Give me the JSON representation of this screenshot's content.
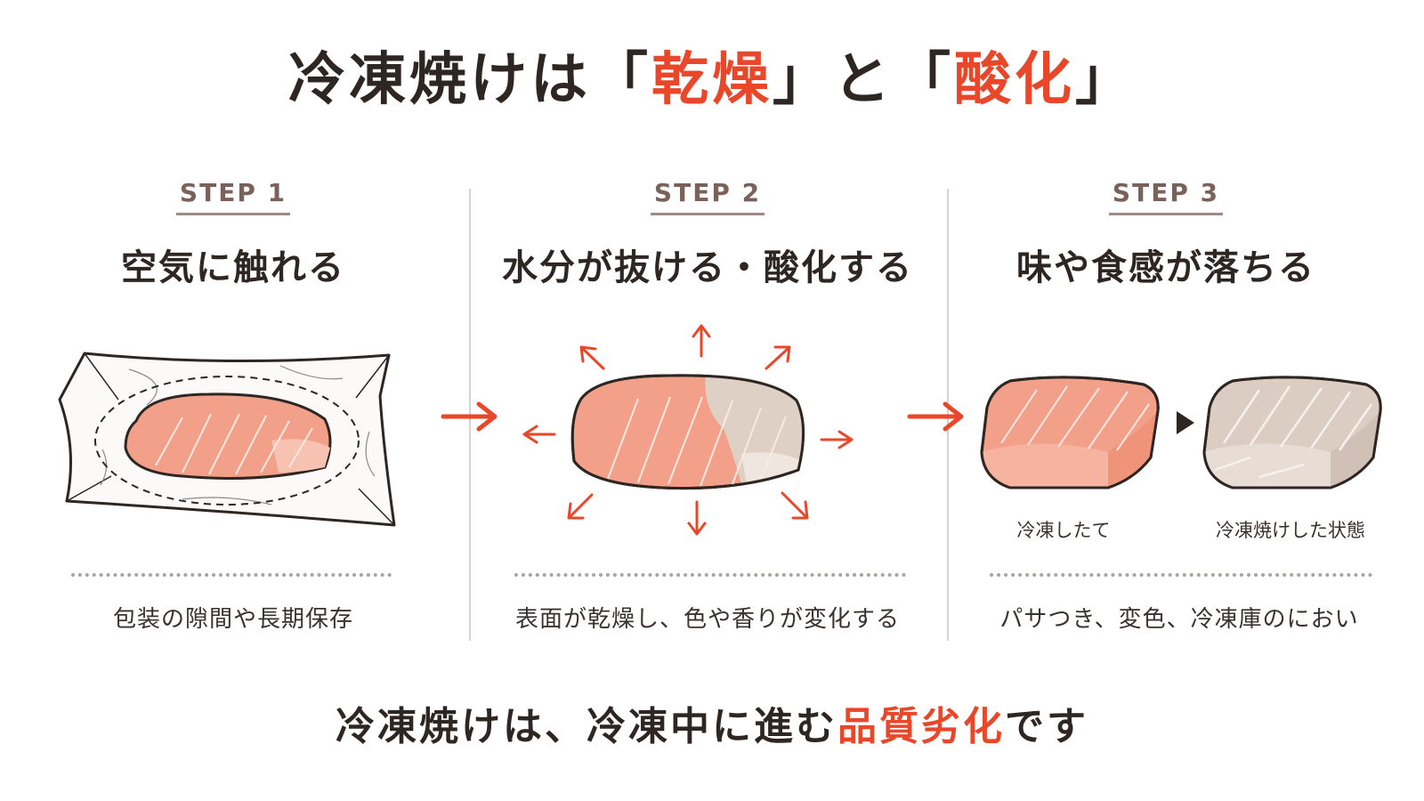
{
  "title": {
    "part1": "冷凍焼けは「",
    "em1": "乾燥",
    "part2": "」と「",
    "em2": "酸化",
    "part3": "」"
  },
  "steps": [
    {
      "label": "STEP 1",
      "heading": "空気に触れる",
      "caption": "包装の隙間や長期保存"
    },
    {
      "label": "STEP 2",
      "heading": "水分が抜ける・酸化する",
      "caption": "表面が乾燥し、色や香りが変化する"
    },
    {
      "label": "STEP 3",
      "heading": "味や食感が落ちる",
      "caption": "パサつき、変色、冷凍庫のにおい",
      "before_label": "冷凍したて",
      "after_label": "冷凍焼けした状態"
    }
  ],
  "footer": {
    "text": "冷凍焼けは、冷凍中に進む",
    "em": "品質劣化",
    "suffix": "です"
  },
  "colors": {
    "accent": "#e8472a",
    "salmon": "#f2a08a",
    "grayed": "#d9c9bf"
  },
  "icons": [
    "plastic-wrap-icon",
    "salmon-fillet-icon",
    "arrow-right-icon",
    "play-triangle-icon"
  ]
}
